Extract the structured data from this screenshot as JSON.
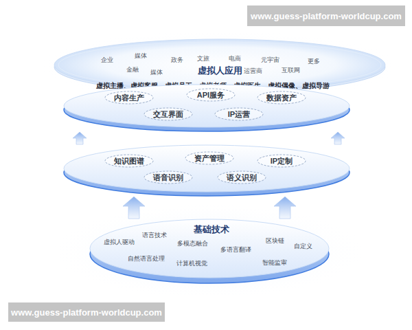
{
  "diagram": {
    "nodes": [
      {
        "text": [
          "虚拟人应用",
          "企业",
          "媒体",
          "政务",
          "文旅",
          "电商",
          "元宇宙",
          "更多",
          "金融",
          "媒体",
          "运营商",
          "互联网",
          "虚拟主播、虚拟客服、虚拟员工、虚拟老师、虚拟医生、虚拟偶像、虚拟导游"
        ]
      },
      {
        "text": []
      },
      {
        "text": [
          "内容生产"
        ],
        "in": 1
      },
      {
        "text": [
          "API服务"
        ],
        "in": 1
      },
      {
        "text": [
          "数据资产"
        ],
        "in": 1
      },
      {
        "text": [
          "交互界面"
        ],
        "in": 1
      },
      {
        "text": [
          "IP运营"
        ],
        "in": 1
      },
      {
        "text": []
      },
      {
        "text": [
          "知识图谱"
        ],
        "in": 7
      },
      {
        "text": [
          "资产管理"
        ],
        "in": 7
      },
      {
        "text": [
          "IP定制"
        ],
        "in": 7
      },
      {
        "text": [
          "语音识别"
        ],
        "in": 7
      },
      {
        "text": [
          "语义识别"
        ],
        "in": 7
      },
      {
        "text": [
          "基础技术",
          "语言技术",
          "虚拟人驱动",
          "多模态融合",
          "区块链",
          "多语言翻译",
          "自定义",
          "自然语言处理",
          "计算机视觉",
          "智能监审"
        ]
      }
    ],
    "edges": [
      {
        "from": 13,
        "to": 7,
        "arrow": "to"
      },
      {
        "from": 13,
        "to": 7,
        "arrow": "to"
      },
      {
        "from": 7,
        "to": 1,
        "arrow": "to"
      },
      {
        "from": 7,
        "to": 1,
        "arrow": "to"
      }
    ],
    "labels": [
      "www.guess-platform-worldcup.com",
      "www.guess-platform-worldcup.com"
    ]
  }
}
